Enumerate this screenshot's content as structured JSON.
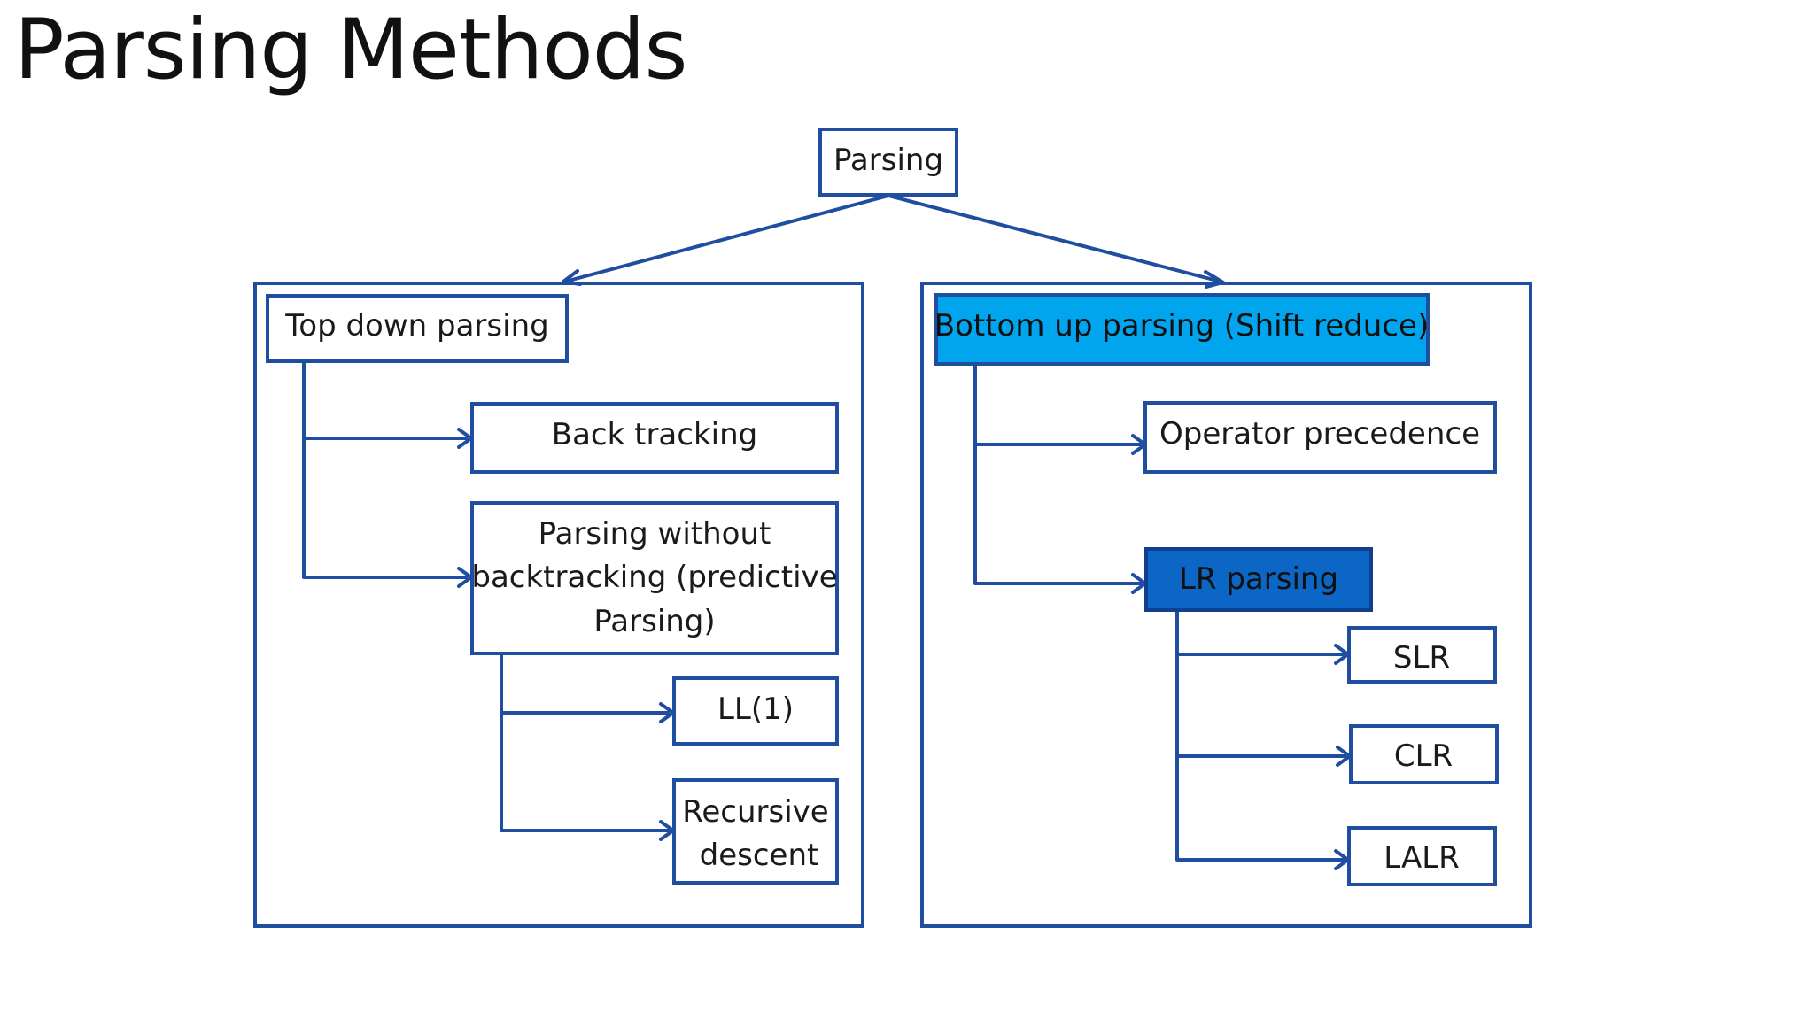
{
  "title": "Parsing Methods",
  "colors": {
    "line": "#1f4ea1",
    "bottom_up_fill": "#00a5ee",
    "lr_fill": "#0b66c5",
    "text": "#1a1a1a"
  },
  "nodes": {
    "root": "Parsing",
    "top_down": "Top down parsing",
    "backtracking": "Back tracking",
    "predictive": [
      "Parsing without",
      "backtracking (predictive",
      "Parsing)"
    ],
    "ll1": "LL(1)",
    "recursive": [
      "Recursive",
      "descent"
    ],
    "bottom_up": "Bottom up parsing (Shift reduce)",
    "operator": "Operator precedence",
    "lr": "LR parsing",
    "slr": "SLR",
    "clr": "CLR",
    "lalr": "LALR"
  }
}
